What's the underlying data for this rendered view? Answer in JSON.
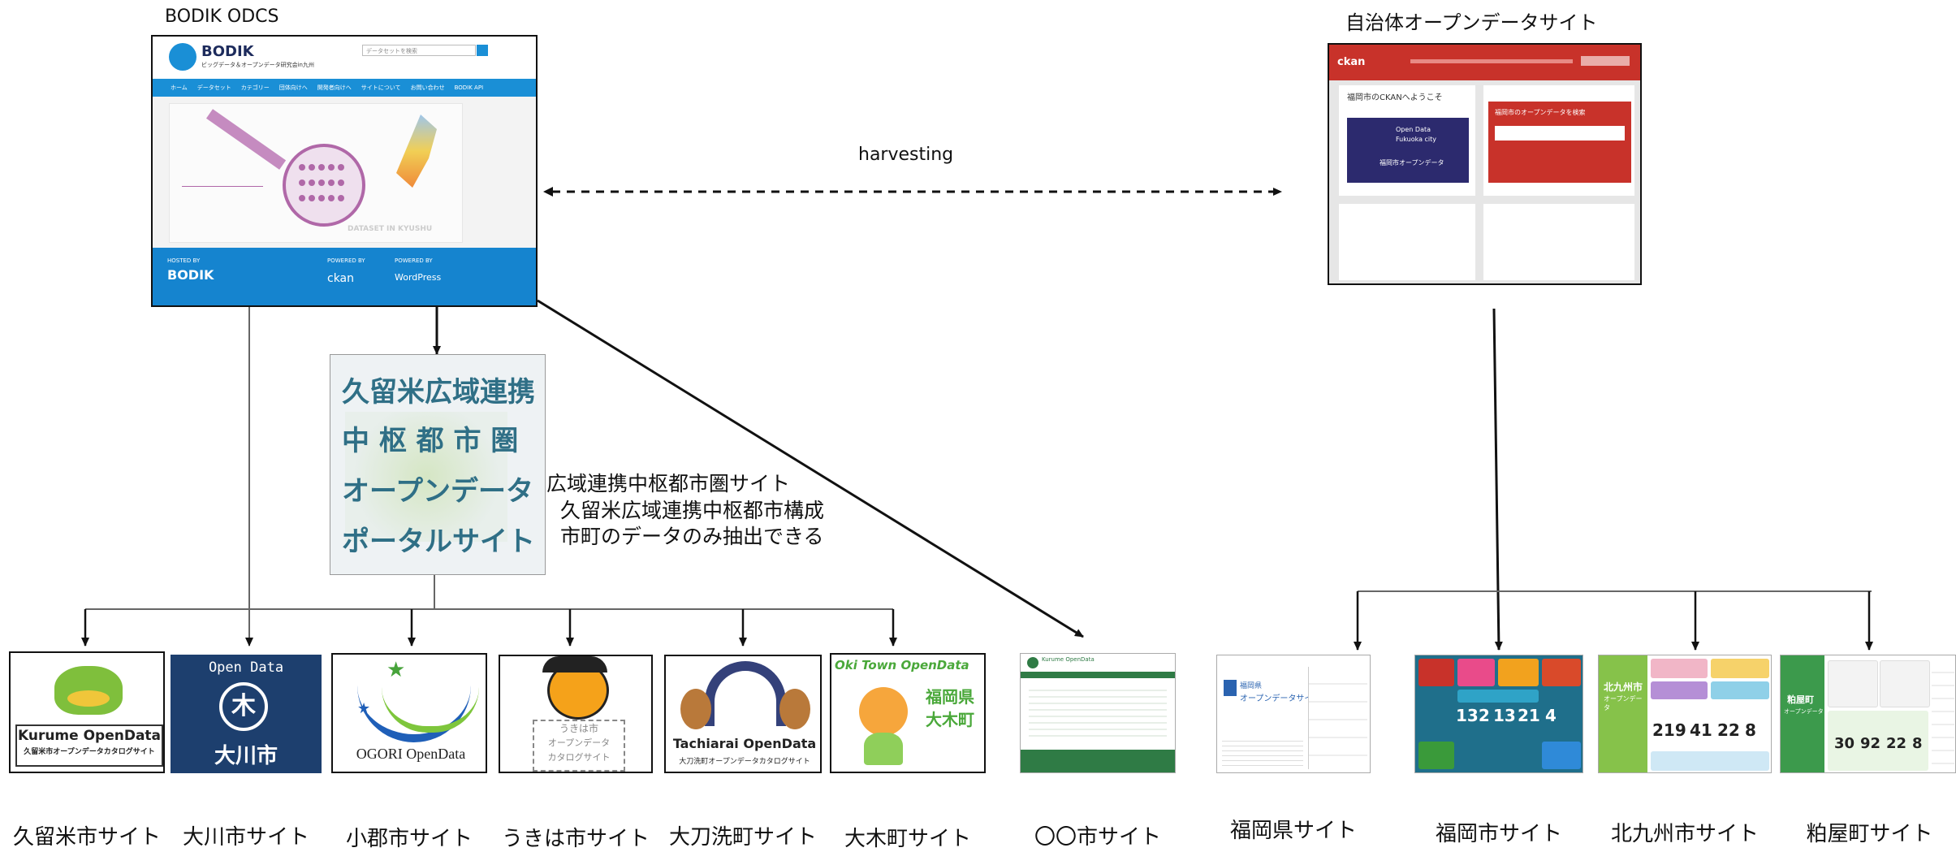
{
  "top": {
    "bodik_title": "BODIK ODCS",
    "municipal_title": "自治体オープンデータサイト",
    "harvesting": "harvesting"
  },
  "bodik_screen": {
    "logo": "BODIK",
    "logo_sub": "ビッグデータ＆オープンデータ研究会in九州",
    "search_placeholder": "データセットを検索",
    "nav": [
      "ホーム",
      "データセット",
      "カテゴリー",
      "団体向けへ",
      "開発者向けへ",
      "サイトについて",
      "お問い合わせ",
      "BODIK API"
    ],
    "hosted_by": "HOSTED BY",
    "powered_by": "POWERED BY",
    "ckan": "ckan",
    "wordpress": "WordPress",
    "map_caption": "DATASET IN KYUSHU"
  },
  "municipal_screen": {
    "logo": "ckan",
    "welcome": "福岡市のCKANへようこそ",
    "banner_line1": "Open Data",
    "banner_line2": "Fukuoka city",
    "banner_jp": "福岡市オープンデータ",
    "search_title": "福岡市のオープンデータを検索"
  },
  "portal": {
    "lines": [
      "久留米広域連携",
      "中 枢 都 市 圏",
      "オープンデータ",
      "ポータルサイト"
    ],
    "desc_line1": "広域連携中枢都市圏サイト",
    "desc_line2": "久留米広域連携中枢都市構成",
    "desc_line3": "市町のデータのみ抽出できる"
  },
  "left_sites": [
    {
      "caption": "久留米市サイト",
      "logo_line1": "Kurume OpenData",
      "logo_line2": "久留米市オープンデータカタログサイト"
    },
    {
      "caption": "大川市サイト",
      "logo_line1": "Open Data",
      "logo_line2": "大川市"
    },
    {
      "caption": "小郡市サイト",
      "logo_line1": "OGORI OpenData"
    },
    {
      "caption": "うきは市サイト",
      "logo_line1": "うきは市",
      "logo_line2": "オープンデータ",
      "logo_line3": "カタログサイト"
    },
    {
      "caption": "大刀洗町サイト",
      "logo_line1": "Tachiarai OpenData",
      "logo_line2": "大刀洗町オープンデータカタログサイト"
    },
    {
      "caption": "大木町サイト",
      "logo_line1": "Oki Town OpenData",
      "logo_line2": "福岡県",
      "logo_line3": "大木町"
    },
    {
      "caption": "〇〇市サイト",
      "logo_line1": "Kurume OpenData"
    }
  ],
  "right_sites": [
    {
      "caption": "福岡県サイト",
      "logo_line1": "福岡県",
      "logo_line2": "オープンデータサイト"
    },
    {
      "caption": "福岡市サイト",
      "numbers": [
        "132",
        "13",
        "21",
        "4"
      ]
    },
    {
      "caption": "北九州市サイト",
      "logo_line1": "北九州市",
      "logo_line2": "オープンデータ",
      "numbers": [
        "219",
        "41",
        "22",
        "8"
      ]
    },
    {
      "caption": "粕屋町サイト",
      "logo_line1": "粕屋町",
      "logo_line2": "オープンデータ",
      "numbers": [
        "30",
        "92",
        "22",
        "8"
      ]
    }
  ],
  "colors": {
    "bodik_blue": "#1a8fd6",
    "bodik_footer": "#1584cf",
    "ckan_red": "#c8322a",
    "ckan_dark": "#2c2a6e",
    "okawa_navy": "#1d3f6e",
    "green_site": "#2f7b45",
    "fukuoka_city_teal": "#1f6f8b"
  }
}
